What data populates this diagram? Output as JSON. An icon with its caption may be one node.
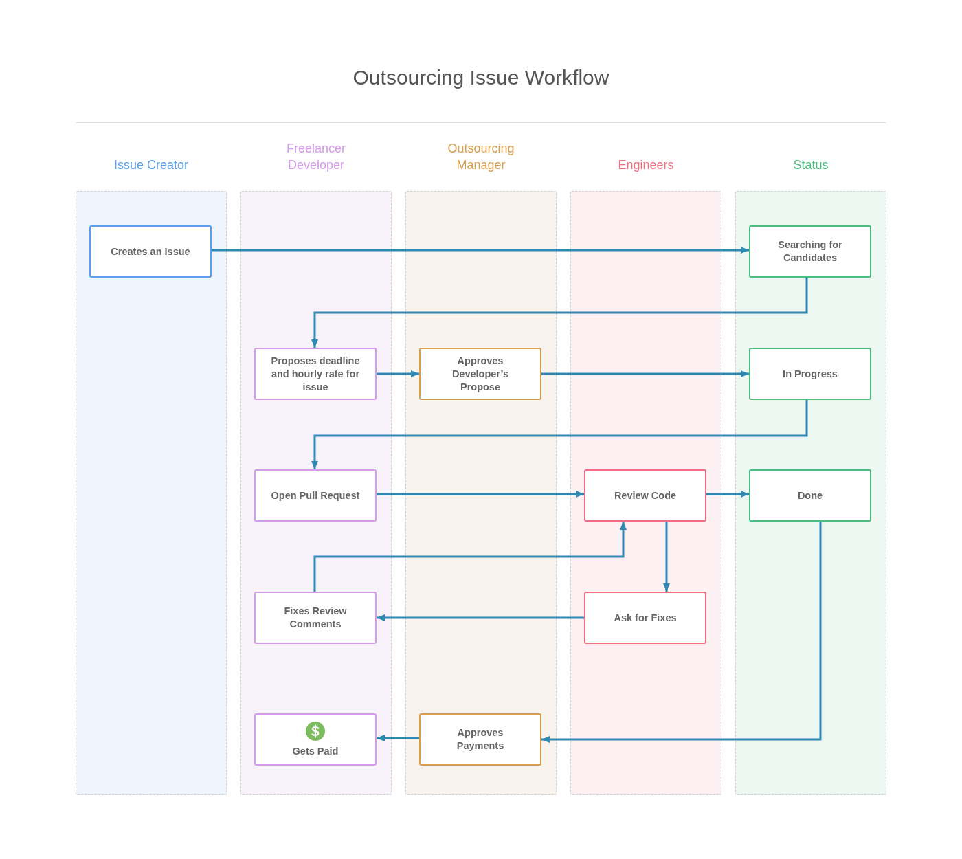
{
  "diagram": {
    "title": "Outsourcing Issue Workflow",
    "nodes": [
      {
        "text": [
          "Issue Creator"
        ]
      },
      {
        "text": [
          "Freelancer Developer"
        ]
      },
      {
        "text": [
          "Outsourcing Manager"
        ]
      },
      {
        "text": [
          "Engineers"
        ]
      },
      {
        "text": [
          "Status"
        ]
      },
      {
        "text": [
          "Creates an Issue"
        ],
        "in": 0
      },
      {
        "text": [
          "Searching for Candidates"
        ],
        "in": 4
      },
      {
        "text": [
          "Proposes deadline and hourly rate for issue"
        ],
        "in": 1
      },
      {
        "text": [
          "Approves Developer’s Propose"
        ],
        "in": 2
      },
      {
        "text": [
          "In Progress"
        ],
        "in": 4
      },
      {
        "text": [
          "Open Pull Request"
        ],
        "in": 1
      },
      {
        "text": [
          "Review Code"
        ],
        "in": 3
      },
      {
        "text": [
          "Done"
        ],
        "in": 4
      },
      {
        "text": [
          "Fixes Review Comments"
        ],
        "in": 1
      },
      {
        "text": [
          "Ask for Fixes"
        ],
        "in": 3
      },
      {
        "text": [
          "Gets Paid"
        ],
        "in": 1
      },
      {
        "text": [
          "Approves Payments"
        ],
        "in": 2
      }
    ],
    "edges": [
      {
        "from": 5,
        "to": 6,
        "arrow": "to"
      },
      {
        "from": 6,
        "to": 7,
        "arrow": "to"
      },
      {
        "from": 7,
        "to": 8,
        "arrow": "to"
      },
      {
        "from": 8,
        "to": 9,
        "arrow": "to"
      },
      {
        "from": 9,
        "to": 10,
        "arrow": "to"
      },
      {
        "from": 10,
        "to": 11,
        "arrow": "to"
      },
      {
        "from": 11,
        "to": 12,
        "arrow": "to"
      },
      {
        "from": 11,
        "to": 14,
        "arrow": "to"
      },
      {
        "from": 14,
        "to": 13,
        "arrow": "to"
      },
      {
        "from": 13,
        "to": 11,
        "arrow": "to"
      },
      {
        "from": 12,
        "to": 16,
        "arrow": "to"
      },
      {
        "from": 16,
        "to": 15,
        "arrow": "to"
      }
    ]
  }
}
